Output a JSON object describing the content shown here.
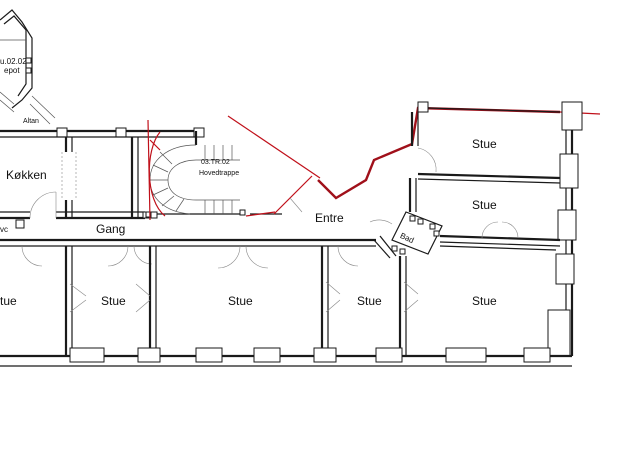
{
  "rooms": {
    "depot_code": "u.02.02",
    "depot": "epot",
    "altan": "Altan",
    "kokken": "Køkken",
    "stair_code": "03.TR.02",
    "stair": "Hovedtrappe",
    "wc": "vc",
    "gang": "Gang",
    "entre": "Entre",
    "bad": "Bad",
    "stue_top_1": "Stue",
    "stue_top_2": "Stue",
    "stue_bottom_1": "tue",
    "stue_bottom_2": "Stue",
    "stue_bottom_3": "Stue",
    "stue_bottom_4": "Stue",
    "stue_bottom_5": "Stue"
  },
  "colors": {
    "walls": "#1a1a1a",
    "highlight": "#c0101a",
    "background": "#ffffff"
  }
}
